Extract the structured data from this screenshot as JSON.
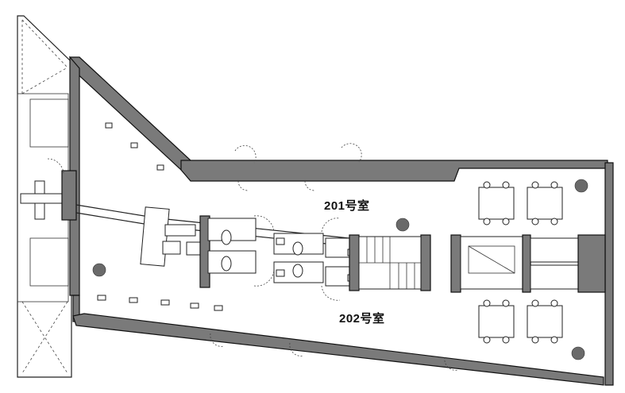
{
  "floor_plan": {
    "rooms": [
      {
        "id": "room-201",
        "label": "201号室"
      },
      {
        "id": "room-202",
        "label": "202号室"
      }
    ],
    "icons": [
      "toilet-icon",
      "sink-icon",
      "table-set-icon",
      "plant-icon",
      "stair-icon",
      "elevator-icon",
      "door-swing-icon",
      "column-icon"
    ]
  }
}
